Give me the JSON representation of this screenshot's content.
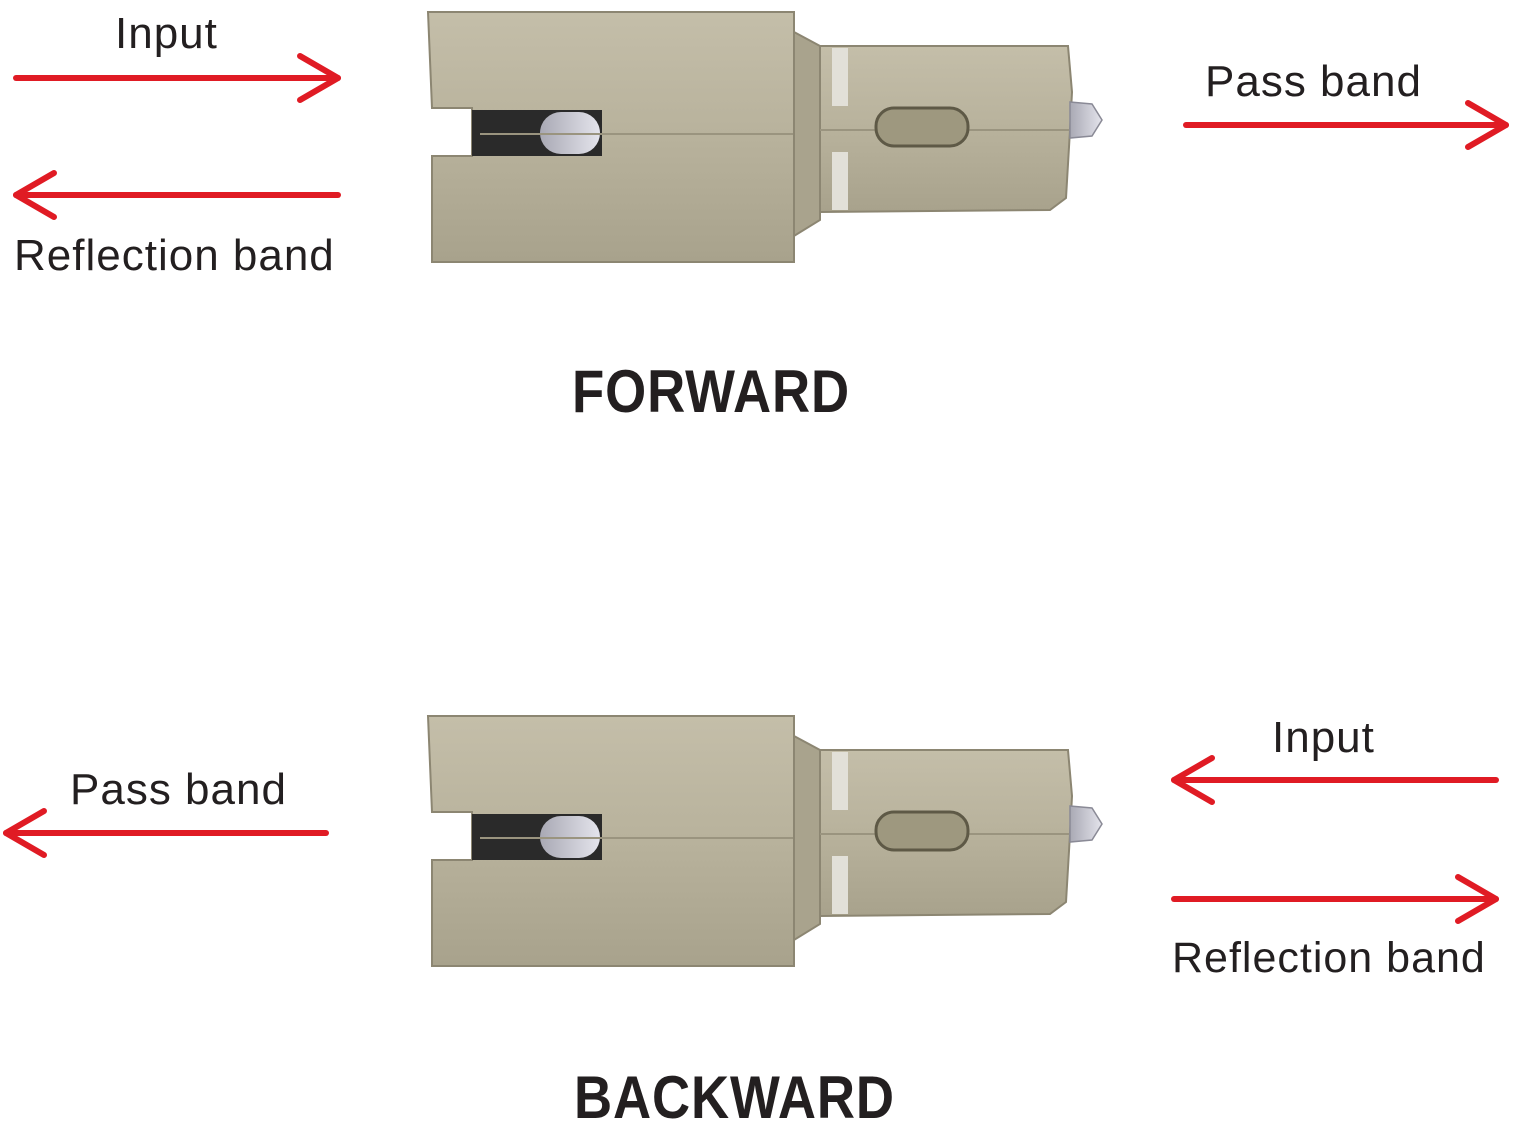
{
  "colors": {
    "arrow": "#e01b24",
    "text": "#231f20",
    "device_body": "#b9b39e"
  },
  "forward": {
    "input_label": "Input",
    "reflection_label": "Reflection band",
    "pass_label": "Pass band",
    "title": "FORWARD"
  },
  "backward": {
    "input_label": "Input",
    "reflection_label": "Reflection band",
    "pass_label": "Pass band",
    "title": "BACKWARD"
  }
}
